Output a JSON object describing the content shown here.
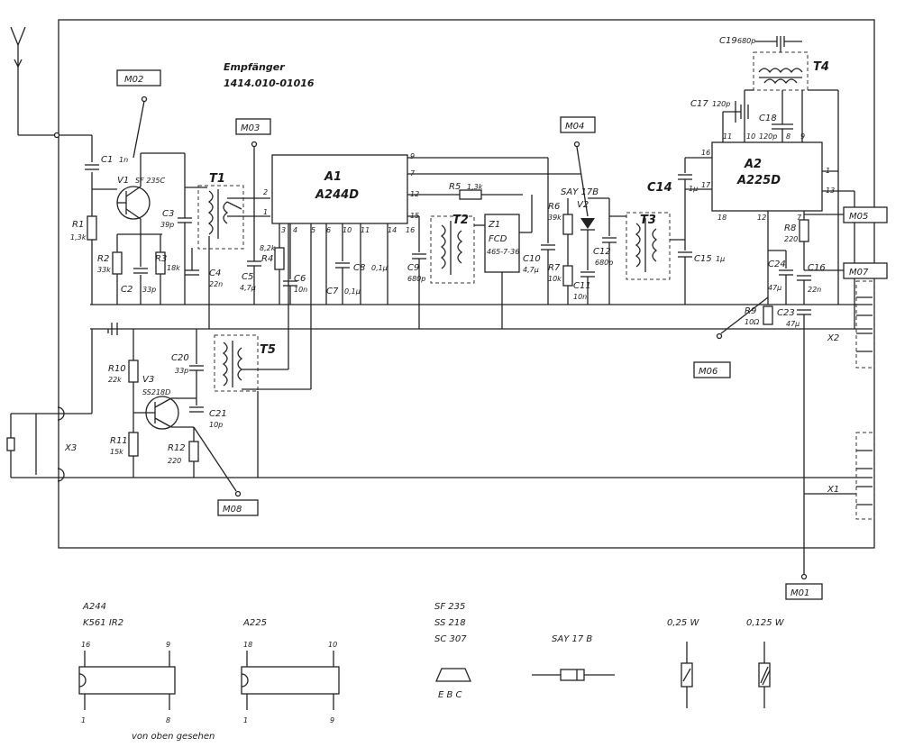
{
  "title": {
    "line1": "Empfänger",
    "line2": "1414.010-01016"
  },
  "measure_points": {
    "m01": "M01",
    "m02": "M02",
    "m03": "M03",
    "m04": "M04",
    "m05": "M05",
    "m06": "M06",
    "m07": "M07",
    "m08": "M08"
  },
  "ics": {
    "a1": {
      "ref": "A1",
      "type": "A244D"
    },
    "a2": {
      "ref": "A2",
      "type": "A225D"
    },
    "z1": {
      "ref": "Z1",
      "type": "FCD",
      "code": "465-7-36"
    }
  },
  "transistors": {
    "v1": {
      "ref": "V1",
      "type": "SF 235C"
    },
    "v3": {
      "ref": "V3",
      "type": "SS218D"
    },
    "v2": {
      "ref": "V2",
      "type": "SAY 17B"
    }
  },
  "transformers": {
    "t1": "T1",
    "t2": "T2",
    "t3": "T3",
    "t4": "T4",
    "t5": "T5"
  },
  "connectors": {
    "x1": "X1",
    "x2": "X2",
    "x3": "X3"
  },
  "components": {
    "c1": "C1",
    "c1v": "1n",
    "r1": "R1",
    "r1v": "1,3k",
    "r2": "R2",
    "r2v": "33k",
    "r3": "R3",
    "r3v": "18k",
    "c2": "C2",
    "c2v": "33p",
    "c3": "C3",
    "c3v": "39p",
    "c4": "C4",
    "c4v": "22n",
    "c5": "C5",
    "c5v": "4,7µ",
    "r4": "R4",
    "r4v": "8,2k",
    "c6": "C6",
    "c6v": "10n",
    "c7": "C7",
    "c7v": "0,1µ",
    "c8": "C8",
    "c8v": "0,1µ",
    "c9": "C9",
    "c9v": "680p",
    "r5": "R5",
    "r5v": "1,3k",
    "c10": "C10",
    "c10v": "4,7µ",
    "r6": "R6",
    "r6v": "39k",
    "r7": "R7",
    "r7v": "10k",
    "c11": "C11",
    "c11v": "10n",
    "c12": "C12",
    "c12v": "680p",
    "c14": "C14",
    "c14v": "1µ",
    "c15": "C15",
    "c15v": "1µ",
    "c17": "C17",
    "c17v": "120p",
    "c18": "C18",
    "c18v": "120p",
    "c19": "C19",
    "c19v": "680p",
    "r8": "R8",
    "r8v": "220",
    "c24": "C24",
    "c24v": "47µ",
    "c16": "C16",
    "c16v": "22n",
    "r9": "R9",
    "r9v": "10Ω",
    "c23": "C23",
    "c23v": "47µ",
    "r10": "R10",
    "r10v": "22k",
    "c20": "C20",
    "c20v": "33p",
    "c21": "C21",
    "c21v": "10p",
    "r11": "R11",
    "r11v": "15k",
    "r12": "R12",
    "r12v": "220"
  },
  "pins": {
    "a1_2": "2",
    "a1_1": "1",
    "a1_3": "3",
    "a1_4": "4",
    "a1_5": "5",
    "a1_6": "6",
    "a1_10": "10",
    "a1_11": "11",
    "a1_14": "14",
    "a1_15": "15",
    "a1_16": "16",
    "a1_9": "9",
    "a1_7": "7",
    "a1_12": "12",
    "a2_16": "16",
    "a2_17": "17",
    "a2_18": "18",
    "a2_11": "11",
    "a2_10": "10",
    "a2_8": "8",
    "a2_9": "9",
    "a2_1": "1",
    "a2_13": "13",
    "a2_12": "12",
    "a2_7": "7"
  },
  "legend": {
    "ic1_line1": "A244",
    "ic1_line2": "K561 IR2",
    "ic1_p16": "16",
    "ic1_p9": "9",
    "ic1_p1": "1",
    "ic1_p8": "8",
    "ic2_line1": "A225",
    "ic2_p18": "18",
    "ic2_p10": "10",
    "ic2_p1": "1",
    "ic2_p9": "9",
    "view_note": "von oben gesehen",
    "tr_line1": "SF 235",
    "tr_line2": "SS 218",
    "tr_line3": "SC 307",
    "tr_pins": "E B C",
    "diode": "SAY 17 B",
    "res1": "0,25 W",
    "res2": "0,125 W"
  }
}
